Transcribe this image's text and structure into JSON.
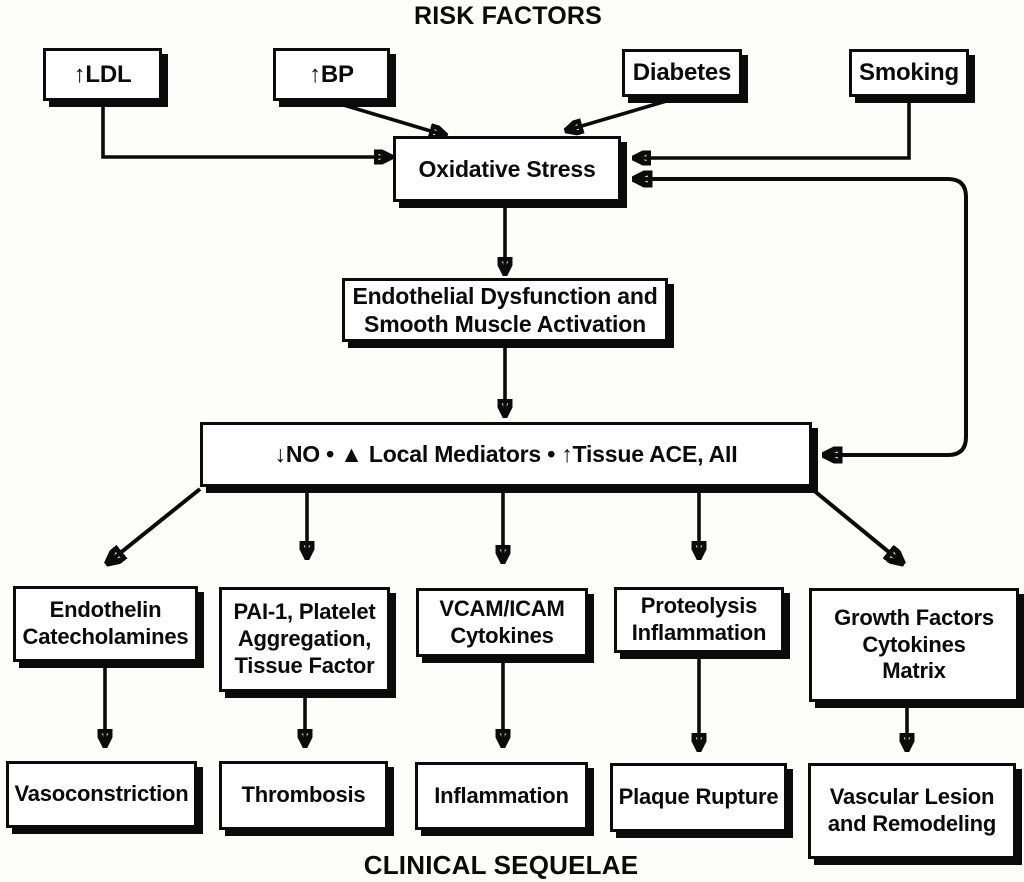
{
  "title": "RISK FACTORS",
  "footer": "CLINICAL SEQUELAE",
  "risk_factors": [
    {
      "label": "↑LDL"
    },
    {
      "label": "↑BP"
    },
    {
      "label": "Diabetes"
    },
    {
      "label": "Smoking"
    }
  ],
  "cascade": {
    "oxidative_stress": {
      "label": "Oxidative Stress"
    },
    "endothelial_dysfunction": {
      "label": "Endothelial Dysfunction and\nSmooth Muscle Activation"
    },
    "mediators": {
      "label": "↓NO • ▲ Local Mediators •  ↑Tissue ACE, AII"
    }
  },
  "effectors": [
    {
      "label": "Endothelin\nCatecholamines"
    },
    {
      "label": "PAI-1, Platelet\nAggregation,\nTissue Factor"
    },
    {
      "label": "VCAM/ICAM\nCytokines"
    },
    {
      "label": "Proteolysis\nInflammation"
    },
    {
      "label": "Growth Factors\nCytokines\nMatrix"
    }
  ],
  "sequelae": [
    {
      "label": "Vasoconstriction"
    },
    {
      "label": "Thrombosis"
    },
    {
      "label": "Inflammation"
    },
    {
      "label": "Plaque Rupture"
    },
    {
      "label": "Vascular Lesion\nand Remodeling"
    }
  ],
  "edges": [
    {
      "from": "↑LDL",
      "to": "Oxidative Stress"
    },
    {
      "from": "↑BP",
      "to": "Oxidative Stress"
    },
    {
      "from": "Diabetes",
      "to": "Oxidative Stress"
    },
    {
      "from": "Smoking",
      "to": "Oxidative Stress"
    },
    {
      "from": "Oxidative Stress",
      "to": "Endothelial Dysfunction and Smooth Muscle Activation"
    },
    {
      "from": "Endothelial Dysfunction and Smooth Muscle Activation",
      "to": "↓NO • ▲ Local Mediators • ↑Tissue ACE, AII"
    },
    {
      "from": "↓NO • ▲ Local Mediators • ↑Tissue ACE, AII",
      "to": "Oxidative Stress",
      "type": "feedback-bidirectional"
    },
    {
      "from": "Mediators",
      "to": "Endothelin Catecholamines"
    },
    {
      "from": "Mediators",
      "to": "PAI-1, Platelet Aggregation, Tissue Factor"
    },
    {
      "from": "Mediators",
      "to": "VCAM/ICAM Cytokines"
    },
    {
      "from": "Mediators",
      "to": "Proteolysis Inflammation"
    },
    {
      "from": "Mediators",
      "to": "Growth Factors Cytokines Matrix"
    },
    {
      "from": "Endothelin Catecholamines",
      "to": "Vasoconstriction"
    },
    {
      "from": "PAI-1, Platelet Aggregation, Tissue Factor",
      "to": "Thrombosis"
    },
    {
      "from": "VCAM/ICAM Cytokines",
      "to": "Inflammation"
    },
    {
      "from": "Proteolysis Inflammation",
      "to": "Plaque Rupture"
    },
    {
      "from": "Growth Factors Cytokines Matrix",
      "to": "Vascular Lesion and Remodeling"
    }
  ],
  "colors": {
    "ink": "#0b0b0b",
    "paper": "#fdfdfb",
    "box_fill": "#ffffff"
  }
}
